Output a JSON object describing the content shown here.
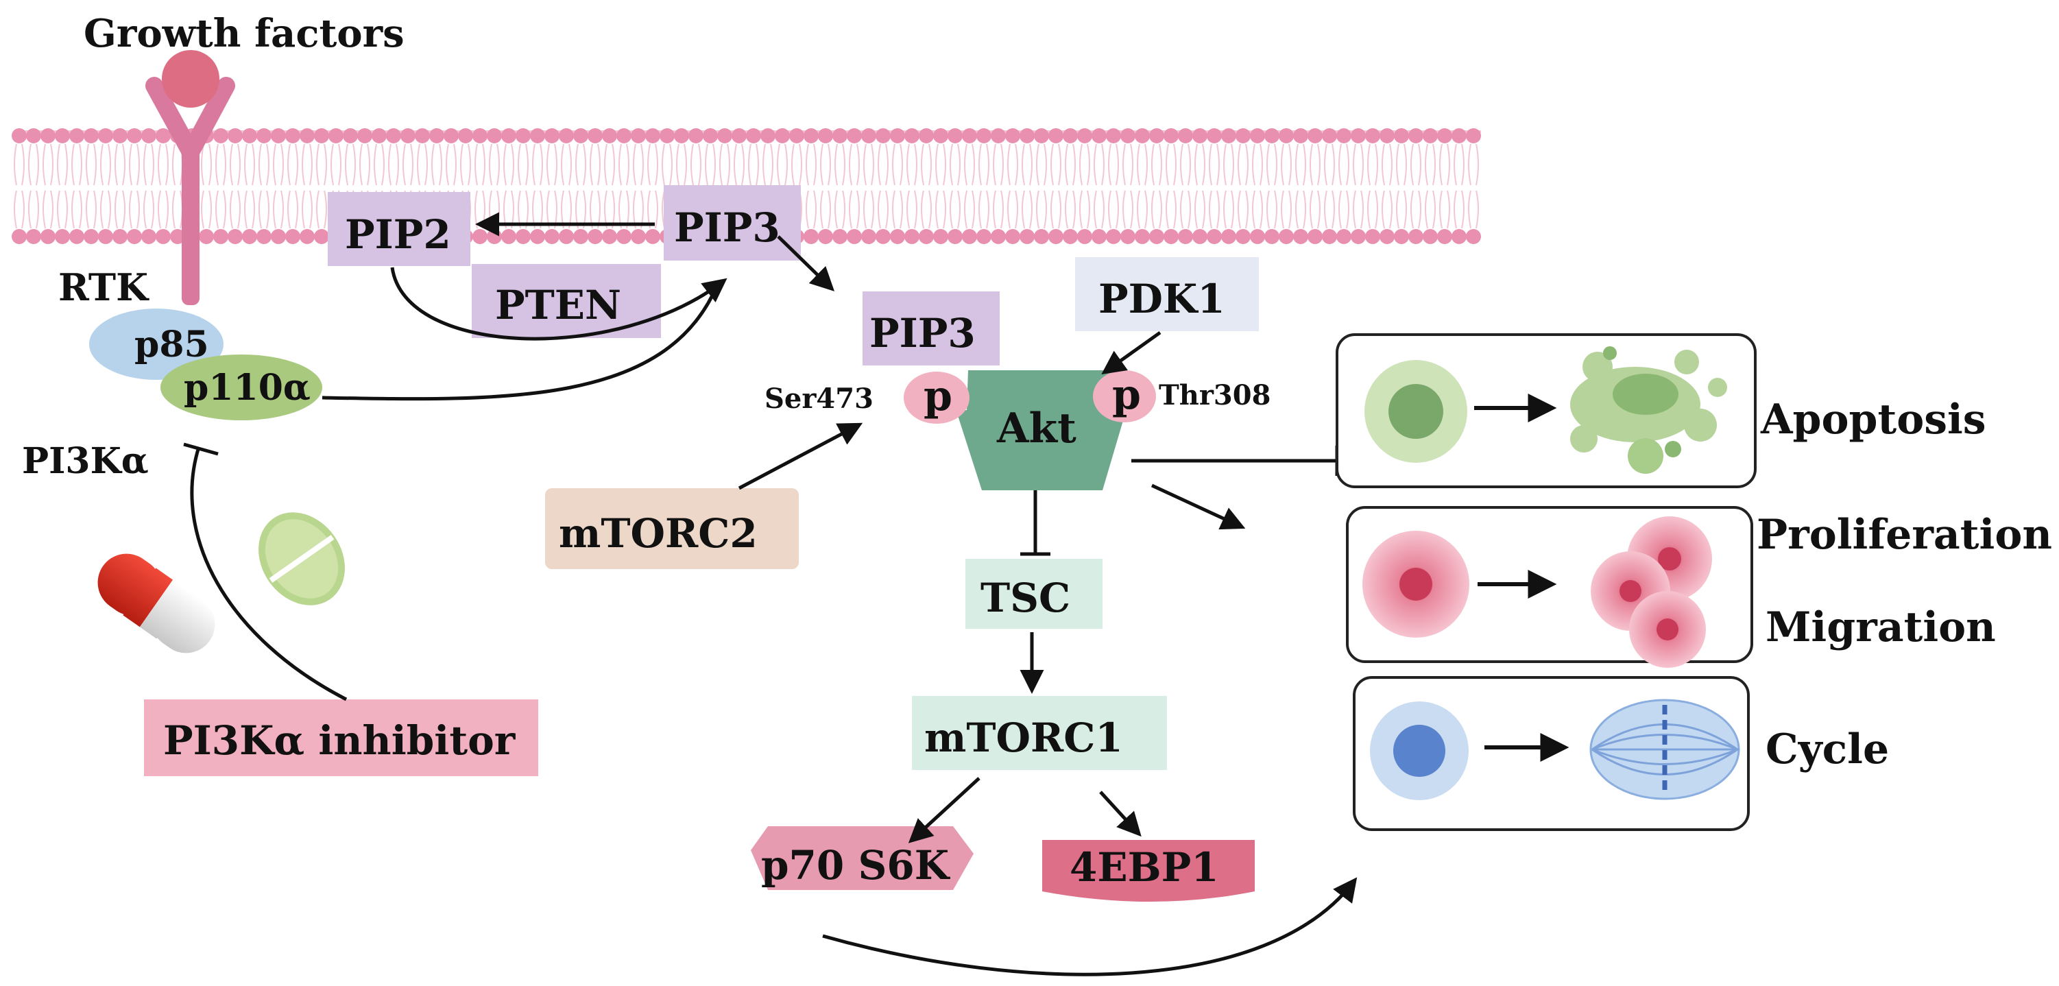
{
  "labels": {
    "growth_factors": "Growth factors",
    "rtk": "RTK",
    "p85": "p85",
    "p110a": "p110α",
    "pi3ka": "PI3Kα",
    "pip2": "PIP2",
    "pip3_membrane": "PIP3",
    "pten": "PTEN",
    "pip3": "PIP3",
    "pdk1": "PDK1",
    "p_left": "p",
    "p_right": "p",
    "ser473": "Ser473",
    "thr308": "Thr308",
    "akt": "Akt",
    "mtorc2": "mTORC2",
    "tsc": "TSC",
    "mtorc1": "mTORC1",
    "p70s6k": "p70 S6K",
    "ebp1": "4EBP1",
    "inhibitor": "PI3Kα inhibitor",
    "apoptosis": "Apoptosis",
    "proliferation": "Proliferation",
    "migration": "Migration",
    "cycle": "Cycle"
  },
  "colors": {
    "membrane": "#e98fb0",
    "receptor": "#d9799e",
    "ligand": "#dd6d82",
    "p85": "#b7d3ec",
    "p110": "#a9c97f",
    "lavender": "#d6c2e2",
    "pdk1": "#e4e9f3",
    "akt": "#6fa98d",
    "phospho": "#f2b1c0",
    "mtorc2": "#ecd7c8",
    "mint": "#d8eee4",
    "p70": "#e79bb0",
    "ebp1": "#dd7088",
    "inhibitor": "#f2b1c1"
  }
}
